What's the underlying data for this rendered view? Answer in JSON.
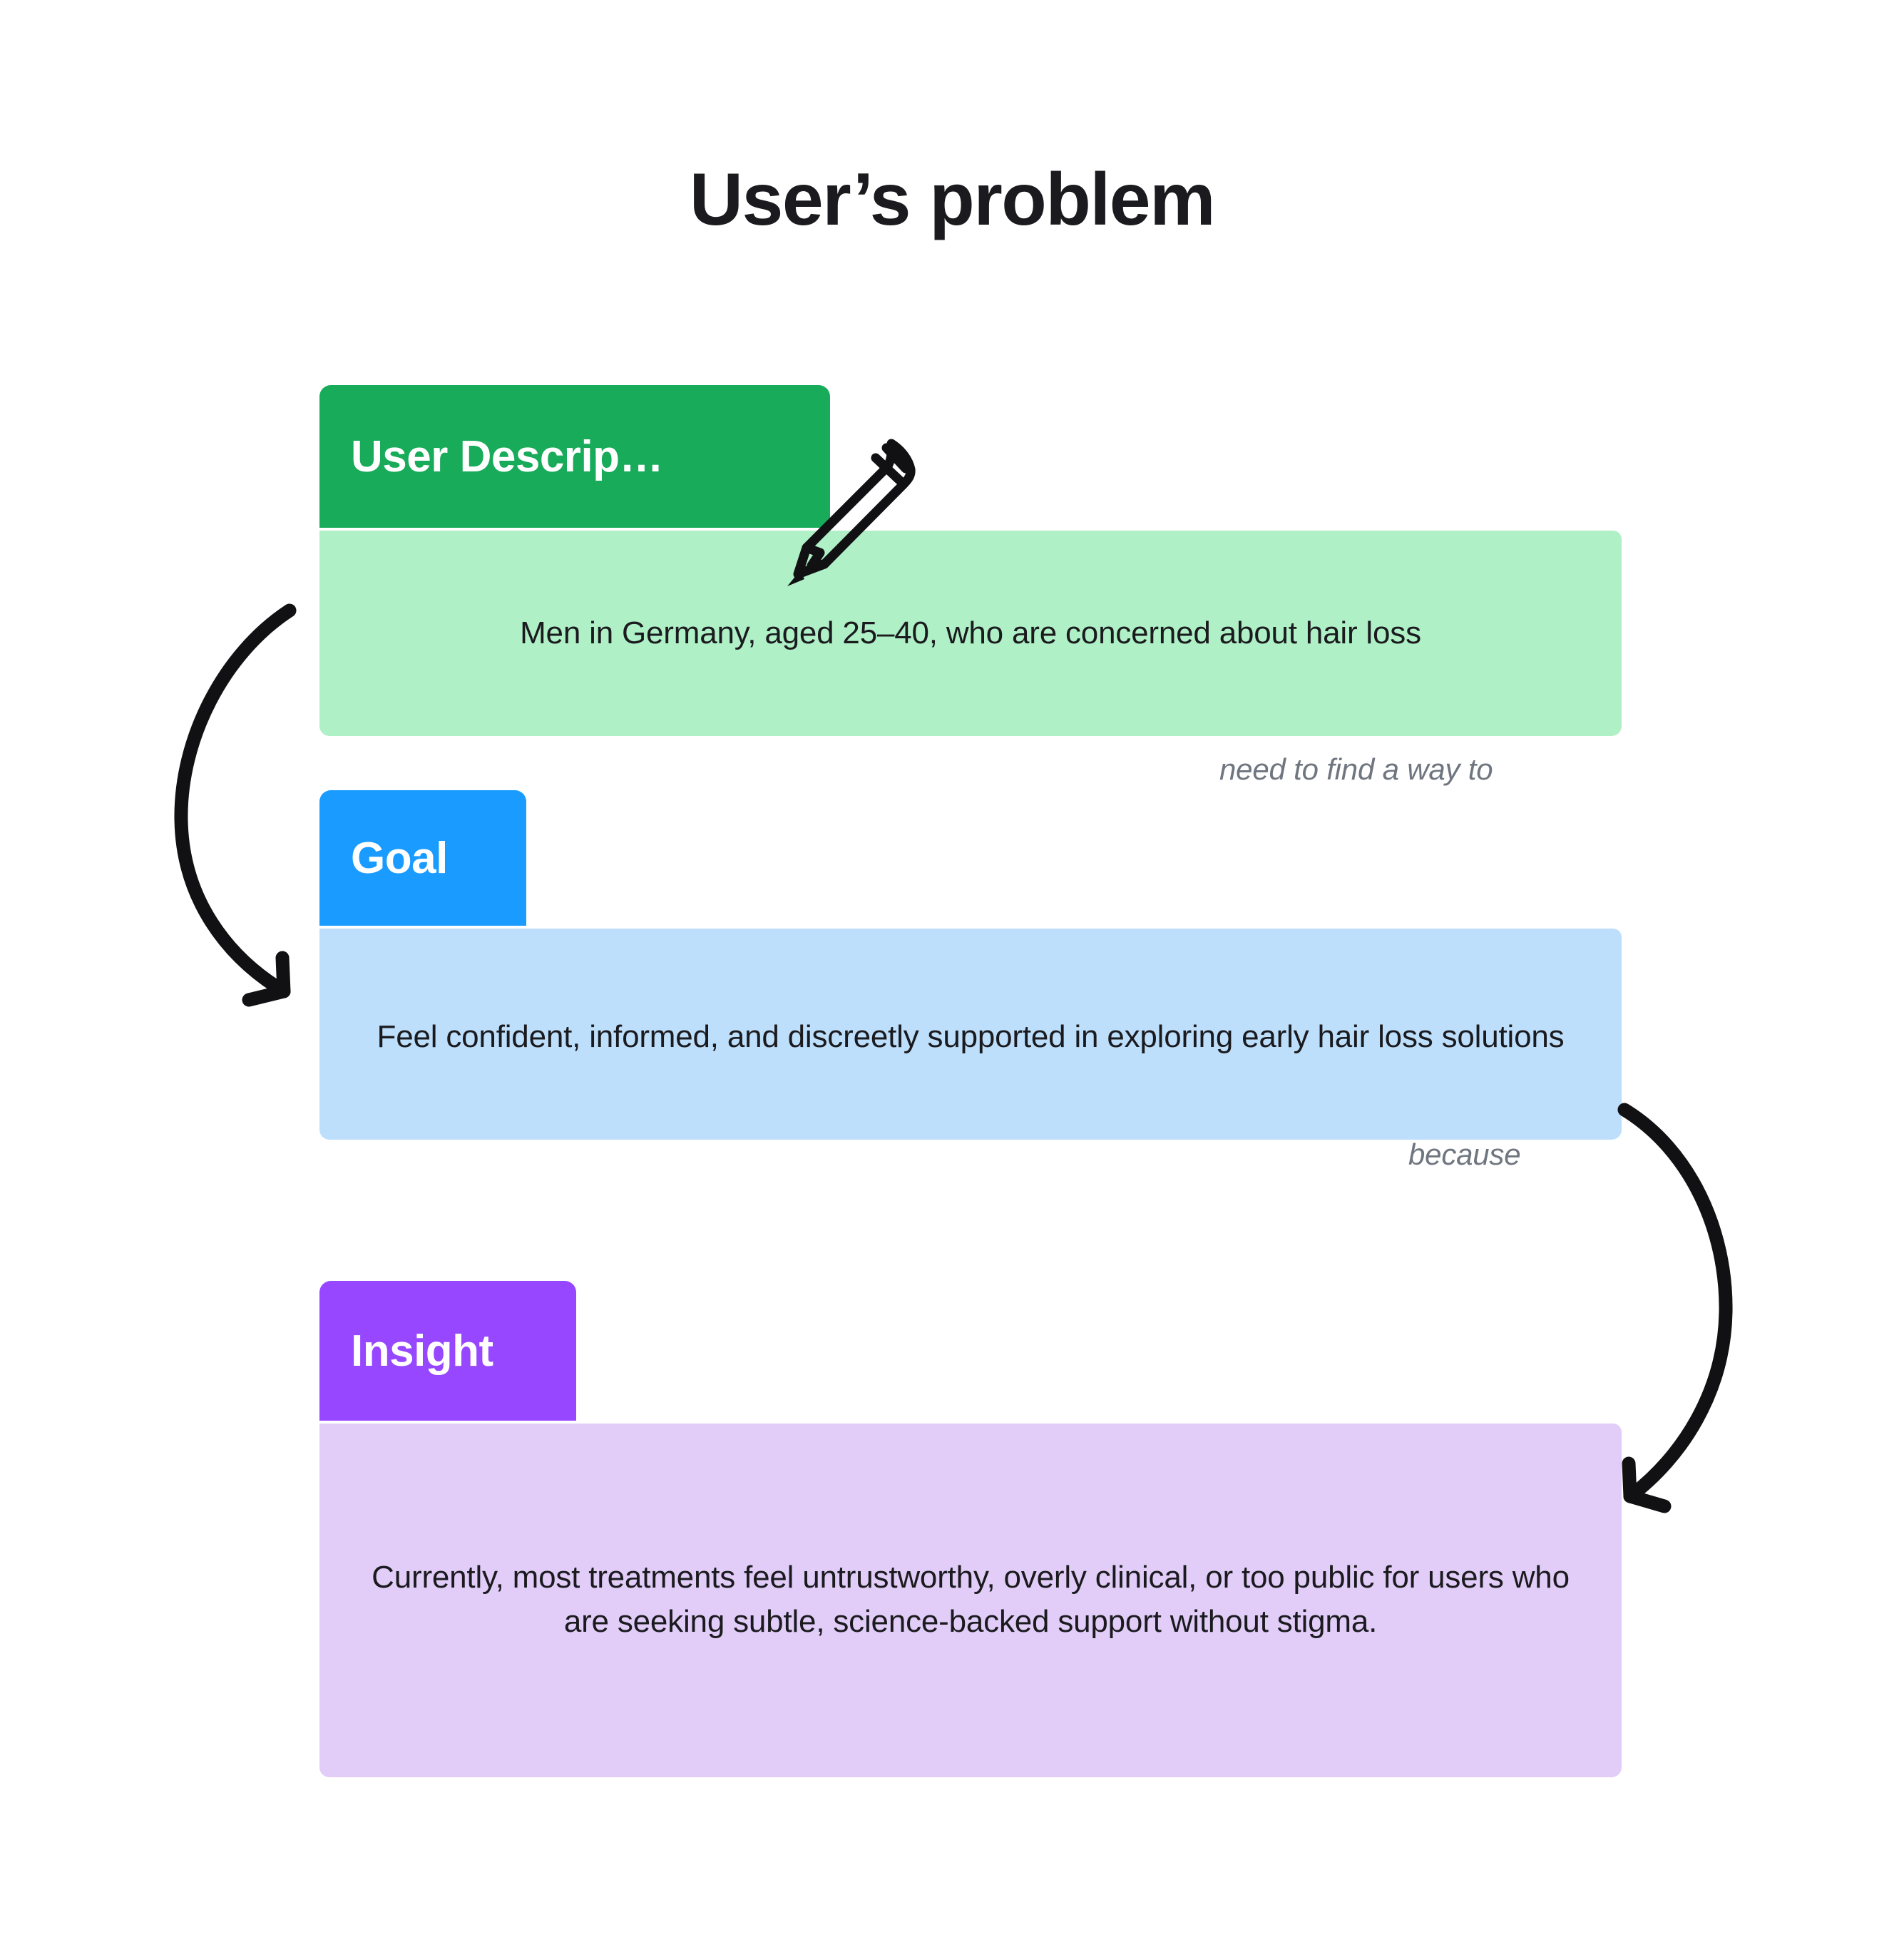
{
  "page": {
    "title": "User’s problem",
    "background_color": "#ffffff"
  },
  "blocks": [
    {
      "id": "user-description",
      "tab_label": "User Descrip…",
      "tab_color": "#17ab5a",
      "body_color": "#aff0c6",
      "body_text": "Men in Germany, aged 25–40, who are concerned about hair loss"
    },
    {
      "id": "goal",
      "tab_label": "Goal",
      "tab_color": "#1a9bff",
      "body_color": "#bddffb",
      "body_text": "Feel confident, informed, and discreetly supported in exploring early hair loss solutions"
    },
    {
      "id": "insight",
      "tab_label": "Insight",
      "tab_color": "#9747ff",
      "body_color": "#e1cdf8",
      "body_text": "Currently, most treatments feel untrustworthy, overly clinical, or too public for users who are seeking subtle, science-backed support without stigma."
    }
  ],
  "connectors": [
    {
      "id": "need-to-find",
      "label": "need to find a way to",
      "color": "#6f7680"
    },
    {
      "id": "because",
      "label": "because",
      "color": "#6f7680"
    }
  ],
  "icons": [
    {
      "name": "pencil-icon",
      "color": "#111114"
    },
    {
      "name": "curved-arrow-down-left-icon",
      "color": "#111114"
    },
    {
      "name": "curved-arrow-down-right-icon",
      "color": "#111114"
    }
  ]
}
